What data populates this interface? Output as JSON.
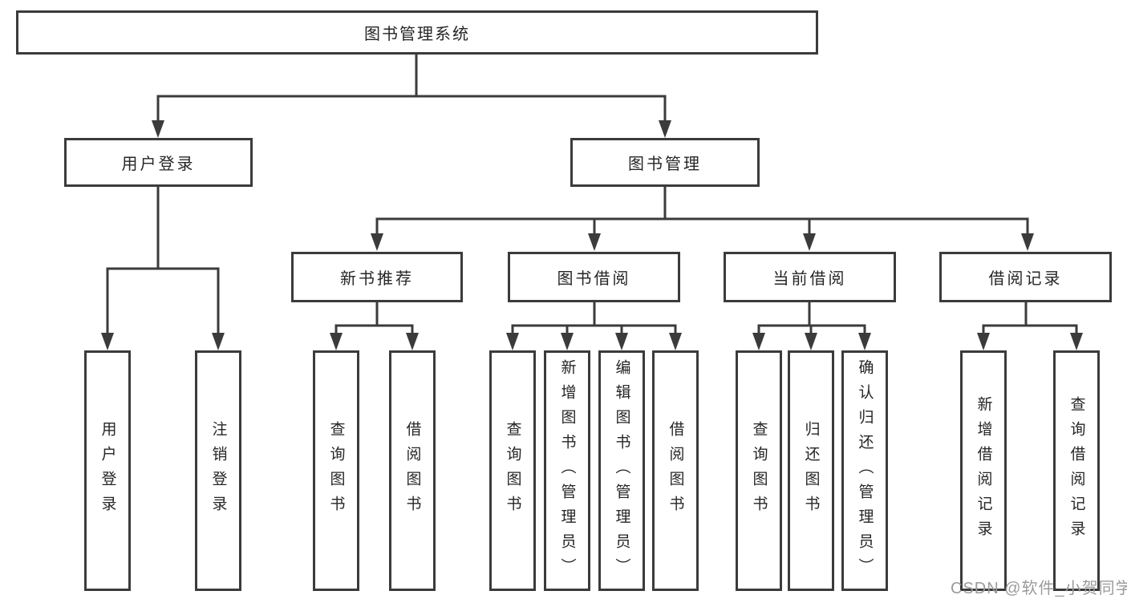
{
  "tree": {
    "label": "图书管理系统",
    "children": [
      {
        "label": "用户登录",
        "children": [
          {
            "label": "用户登录"
          },
          {
            "label": "注销登录"
          }
        ]
      },
      {
        "label": "图书管理",
        "children": [
          {
            "label": "新书推荐",
            "children": [
              {
                "label": "查询图书"
              },
              {
                "label": "借阅图书"
              }
            ]
          },
          {
            "label": "图书借阅",
            "children": [
              {
                "label": "查询图书"
              },
              {
                "label": "新增图书（管理员）"
              },
              {
                "label": "编辑图书（管理员）"
              },
              {
                "label": "借阅图书"
              }
            ]
          },
          {
            "label": "当前借阅",
            "children": [
              {
                "label": "查询图书"
              },
              {
                "label": "归还图书"
              },
              {
                "label": "确认归还（管理员）"
              }
            ]
          },
          {
            "label": "借阅记录",
            "children": [
              {
                "label": "新增借阅记录"
              },
              {
                "label": "查询借阅记录"
              }
            ]
          }
        ]
      }
    ]
  },
  "watermark": {
    "text": "CSDN @软件_小贺同学"
  },
  "colors": {
    "line": "#3b3b3b",
    "text": "#262626",
    "watermark": "#9b9b9b",
    "background": "#ffffff"
  }
}
